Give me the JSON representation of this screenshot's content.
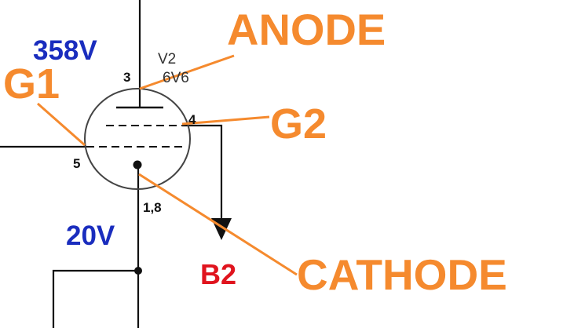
{
  "colors": {
    "annotation": "#F58A2E",
    "voltage": "#1A2DBE",
    "net_label": "#E0141E",
    "wire": "#111111",
    "tube": "#444444"
  },
  "tube": {
    "designator": "V2",
    "part": "6V6",
    "pin_anode": "3",
    "pin_g2": "4",
    "pin_g1": "5",
    "pin_cathode": "1,8"
  },
  "voltages": {
    "anode": "358V",
    "cathode": "20V"
  },
  "net_label": "B2",
  "annotations": {
    "anode": "ANODE",
    "g1": "G1",
    "g2": "G2",
    "cathode": "CATHODE"
  }
}
